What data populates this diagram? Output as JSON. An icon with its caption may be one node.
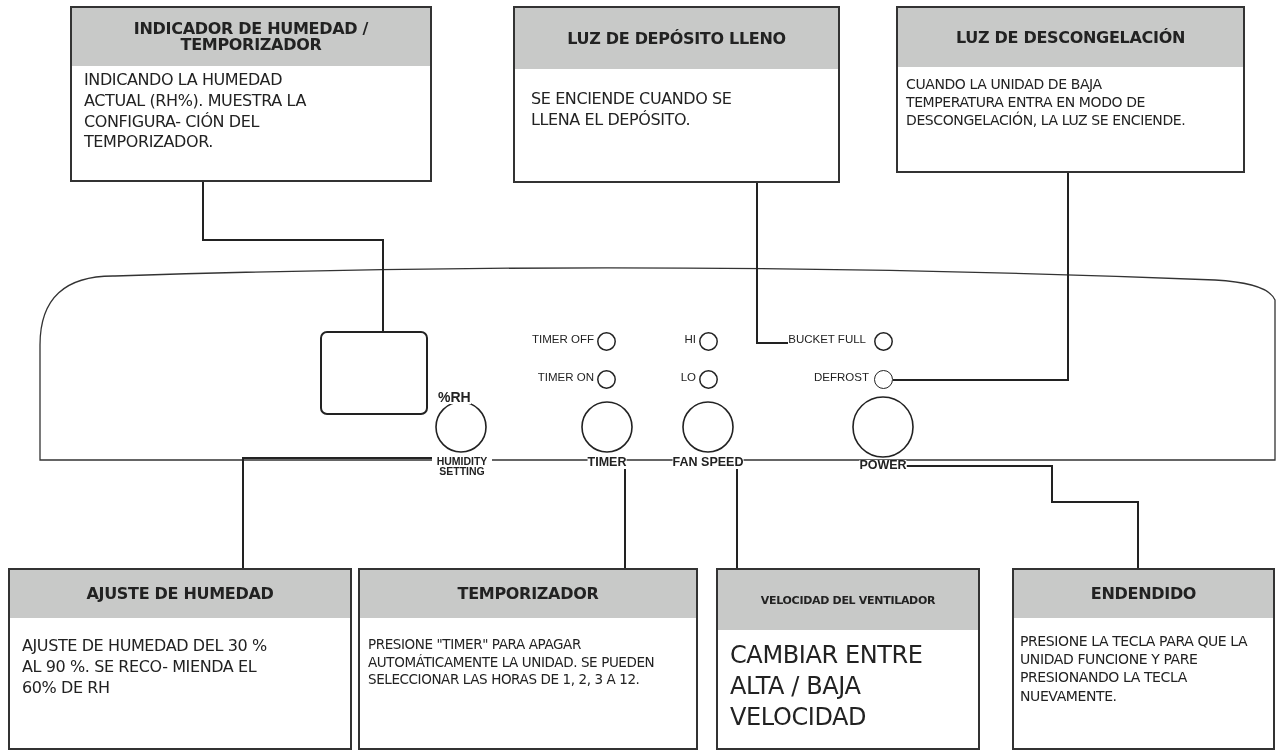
{
  "diagram": {
    "nodes": [
      {
        "text": [
          "INDICADOR DE HUMEDAD / TEMPORIZADOR",
          "INDICANDO LA HUMEDAD ACTUAL (RH%). MUESTRA LA CONFIGURA- CIÓN DEL TEMPORIZADOR."
        ]
      },
      {
        "text": [
          "LUZ DE DEPÓSITO LLENO",
          "SE ENCIENDE CUANDO SE LLENA EL DEPÓSITO."
        ]
      },
      {
        "text": [
          "LUZ DE DESCONGELACIÓN",
          "CUANDO LA UNIDAD DE BAJA TEMPERATURA ENTRA EN MODO DE DESCONGELACIÓN, LA LUZ SE ENCIENDE."
        ]
      },
      {
        "text": [],
        "shape": "box",
        "beside": [
          "%RH"
        ]
      },
      {
        "text": [
          "BUCKET FULL"
        ]
      },
      {
        "text": [],
        "shape": "circle",
        "beside": [
          "DEFROST"
        ]
      },
      {
        "text": [
          "HUMIDITY SETTING"
        ]
      },
      {
        "text": [
          "TIMER"
        ]
      },
      {
        "text": [
          "FAN SPEED"
        ]
      },
      {
        "text": [
          "POWER"
        ]
      },
      {
        "text": [
          "AJUSTE DE HUMEDAD",
          "AJUSTE DE HUMEDAD DEL 30 % AL 90 %. SE RECO- MIENDA EL 60% DE RH"
        ]
      },
      {
        "text": [
          "TEMPORIZADOR",
          "PRESIONE \"TIMER\" PARA APAGAR AUTOMÁTICAMENTE LA UNIDAD. SE PUEDEN SELECCIONAR LAS HORAS DE 1, 2, 3 A 12."
        ]
      },
      {
        "text": [
          "VELOCIDAD DEL VENTILADOR",
          "CAMBIAR ENTRE ALTA / BAJA VELOCIDAD"
        ]
      },
      {
        "text": [
          "ENDENDIDO",
          "PRESIONE LA TECLA PARA QUE LA UNIDAD FUNCIONE Y PARE PRESIONANDO LA TECLA NUEVAMENTE."
        ]
      }
    ],
    "edges": [
      {
        "from": 0,
        "to": 3,
        "arrow": "none"
      },
      {
        "from": 1,
        "to": 4,
        "arrow": "none"
      },
      {
        "from": 2,
        "to": 5,
        "arrow": "none"
      },
      {
        "from": 10,
        "to": 6,
        "arrow": "none"
      },
      {
        "from": 11,
        "to": 7,
        "arrow": "none"
      },
      {
        "from": 12,
        "to": 8,
        "arrow": "none"
      },
      {
        "from": 13,
        "to": 9,
        "arrow": "none"
      }
    ],
    "labels": [
      "TIMER OFF",
      "TIMER ON",
      "HI",
      "LO"
    ]
  }
}
